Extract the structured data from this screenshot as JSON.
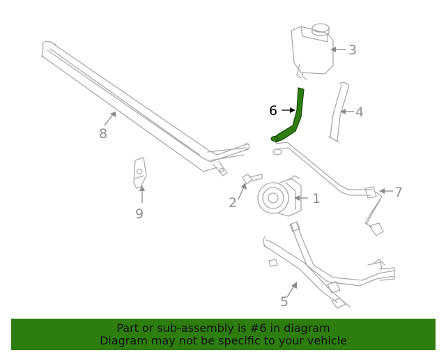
{
  "callouts": [
    {
      "id": "1",
      "label": "1"
    },
    {
      "id": "2",
      "label": "2"
    },
    {
      "id": "3",
      "label": "3"
    },
    {
      "id": "4",
      "label": "4"
    },
    {
      "id": "5",
      "label": "5"
    },
    {
      "id": "6",
      "label": "6"
    },
    {
      "id": "7",
      "label": "7"
    },
    {
      "id": "8",
      "label": "8"
    },
    {
      "id": "9",
      "label": "9"
    }
  ],
  "highlighted_part": "6",
  "colors": {
    "highlight": "#2e7d0f",
    "banner": "#2e7d0f",
    "parts": "#a9a9a9"
  },
  "banner": {
    "line1": "Part or sub-assembly is #6 in diagram",
    "line2": "Diagram may not be specific to your vehicle"
  }
}
